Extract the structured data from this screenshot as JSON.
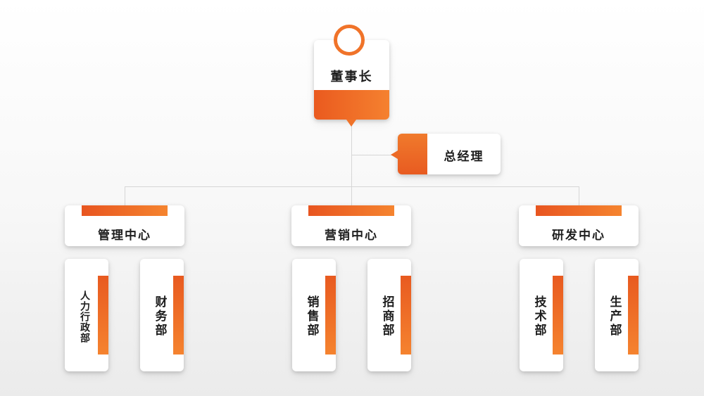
{
  "chairman": {
    "label": "董事长"
  },
  "general_manager": {
    "label": "总经理"
  },
  "centers": [
    {
      "label": "管理中心",
      "departments": [
        {
          "label": "人力行政部"
        },
        {
          "label": "财务部"
        }
      ]
    },
    {
      "label": "营销中心",
      "departments": [
        {
          "label": "销售部"
        },
        {
          "label": "招商部"
        }
      ]
    },
    {
      "label": "研发中心",
      "departments": [
        {
          "label": "技术部"
        },
        {
          "label": "生产部"
        }
      ]
    }
  ],
  "colors": {
    "accent_start": "#e85520",
    "accent_end": "#f5842f",
    "connector": "#d6d6d6"
  }
}
